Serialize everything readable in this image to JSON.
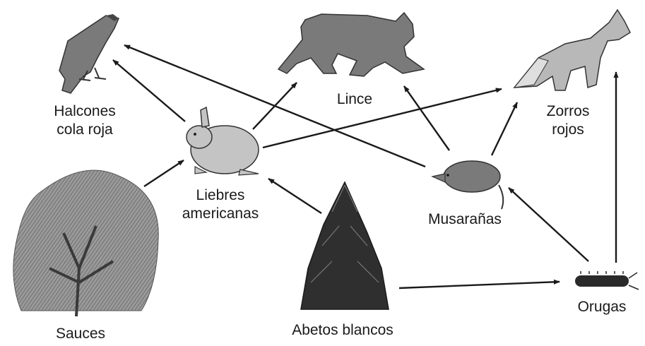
{
  "organisms": {
    "hawks": "Halcones cola roja",
    "lynx": "Lince",
    "foxes": "Zorros rojos",
    "hares": "Liebres americanas",
    "shrews": "Musarañas",
    "willows": "Sauces",
    "spruces": "Abetos blancos",
    "caterpillars": "Orugas"
  },
  "hawks_lines": [
    "Halcones",
    "cola roja"
  ],
  "foxes_lines": [
    "Zorros",
    "rojos"
  ],
  "hares_lines": [
    "Liebres",
    "americanas"
  ],
  "arrows": [
    {
      "from": "willows",
      "to": "hares"
    },
    {
      "from": "spruces",
      "to": "hares"
    },
    {
      "from": "spruces",
      "to": "caterpillars"
    },
    {
      "from": "caterpillars",
      "to": "shrews"
    },
    {
      "from": "caterpillars",
      "to": "foxes"
    },
    {
      "from": "hares",
      "to": "hawks"
    },
    {
      "from": "hares",
      "to": "lynx"
    },
    {
      "from": "hares",
      "to": "foxes"
    },
    {
      "from": "shrews",
      "to": "hawks"
    },
    {
      "from": "shrews",
      "to": "lynx"
    },
    {
      "from": "shrews",
      "to": "foxes"
    }
  ],
  "colors": {
    "ink": "#1a1a1a",
    "illustration": "#6e6e6e",
    "dark_illustration": "#333333"
  }
}
